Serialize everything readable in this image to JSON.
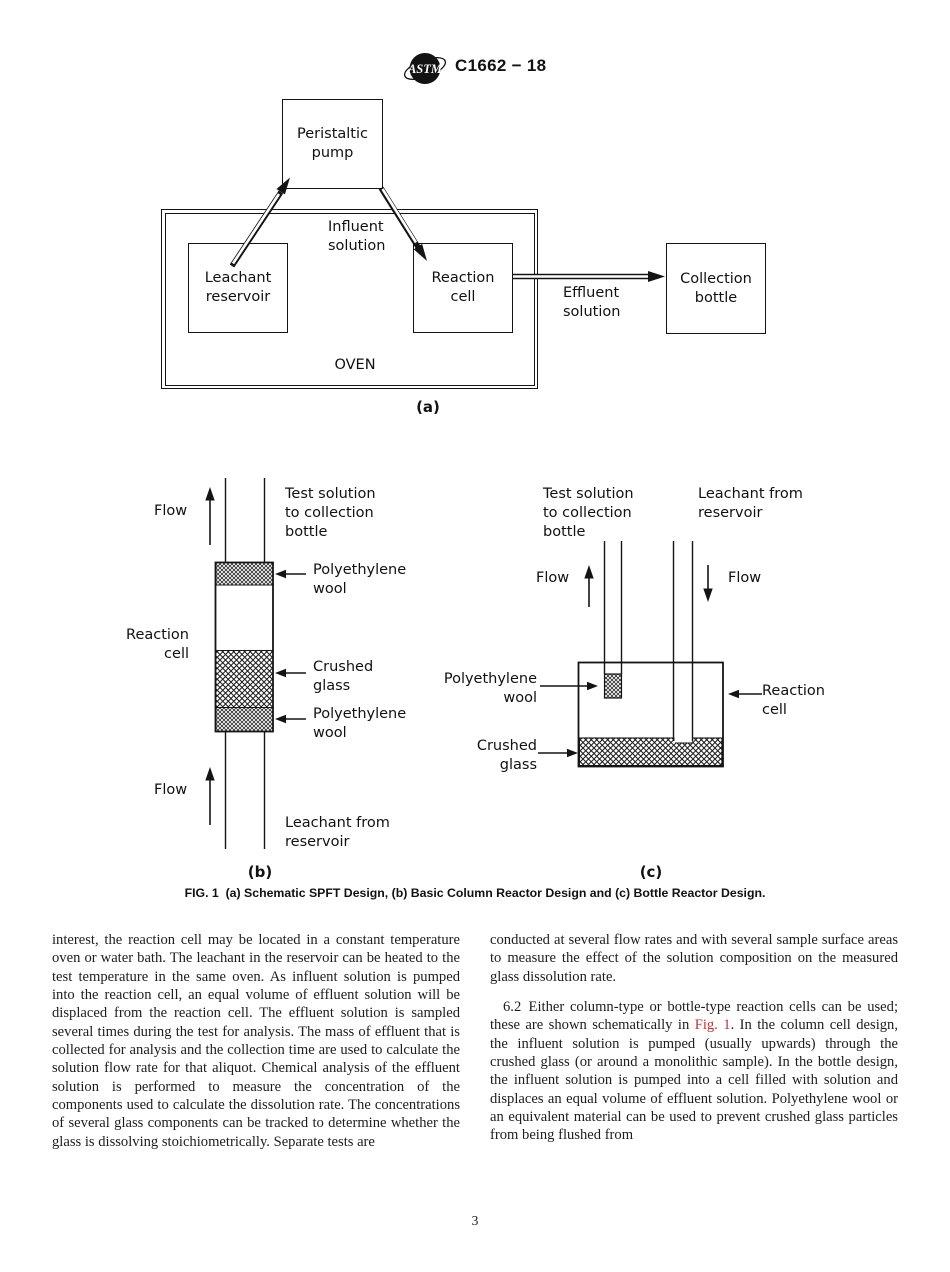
{
  "colors": {
    "link_red": "#c22f2f",
    "ink": "#1a1a1a"
  },
  "header": {
    "logo_text": "ASTM",
    "standard_code": "C1662 − 18"
  },
  "figure1": {
    "caption": "FIG. 1  (a) Schematic SPFT Design, (b) Basic Column Reactor Design and (c) Bottle Reactor Design.",
    "part_a": {
      "tag": "(a)",
      "pump": "Peristaltic\npump",
      "leachant_reservoir": "Leachant\nreservoir",
      "reaction_cell": "Reaction\ncell",
      "collection_bottle": "Collection\nbottle",
      "influent": "Influent\nsolution",
      "effluent": "Effluent\nsolution",
      "oven": "OVEN"
    },
    "part_b": {
      "tag": "(b)",
      "flow_top": "Flow",
      "flow_bottom": "Flow",
      "test_solution": "Test solution\nto collection\nbottle",
      "wool_top": "Polyethylene\nwool",
      "crushed_glass": "Crushed\nglass",
      "wool_bottom": "Polyethylene\nwool",
      "reaction_cell": "Reaction\ncell",
      "leachant_from_reservoir": "Leachant from\nreservoir"
    },
    "part_c": {
      "tag": "(c)",
      "test_solution": "Test solution\nto collection\nbottle",
      "leachant_from_reservoir": "Leachant from\nreservoir",
      "flow_left": "Flow",
      "flow_right": "Flow",
      "wool": "Polyethylene\nwool",
      "crushed_glass": "Crushed\nglass",
      "reaction_cell": "Reaction\ncell"
    }
  },
  "body": {
    "left_column": "interest, the reaction cell may be located in a constant temperature oven or water bath. The leachant in the reservoir can be heated to the test temperature in the same oven. As influent solution is pumped into the reaction cell, an equal volume of effluent solution will be displaced from the reaction cell. The effluent solution is sampled several times during the test for analysis. The mass of effluent that is collected for analysis and the collection time are used to calculate the solution flow rate for that aliquot. Chemical analysis of the effluent solution is performed to measure the concentration of the components used to calculate the dissolution rate. The concentrations of several glass components can be tracked to determine whether the glass is dissolving stoichiometrically. Separate tests are",
    "right_column": {
      "para1": "conducted at several flow rates and with several sample surface areas to measure the effect of the solution composition on the measured glass dissolution rate.",
      "para2_before": "6.2 Either column-type or bottle-type reaction cells can be used; these are shown schematically in ",
      "para2_link": "Fig. 1",
      "para2_after": ". In the column cell design, the influent solution is pumped (usually upwards) through the crushed glass (or around a monolithic sample). In the bottle design, the influent solution is pumped into a cell filled with solution and displaces an equal volume of effluent solution. Polyethylene wool or an equivalent material can be used to prevent crushed glass particles from being flushed from"
    }
  },
  "footer": {
    "page_number": "3"
  }
}
